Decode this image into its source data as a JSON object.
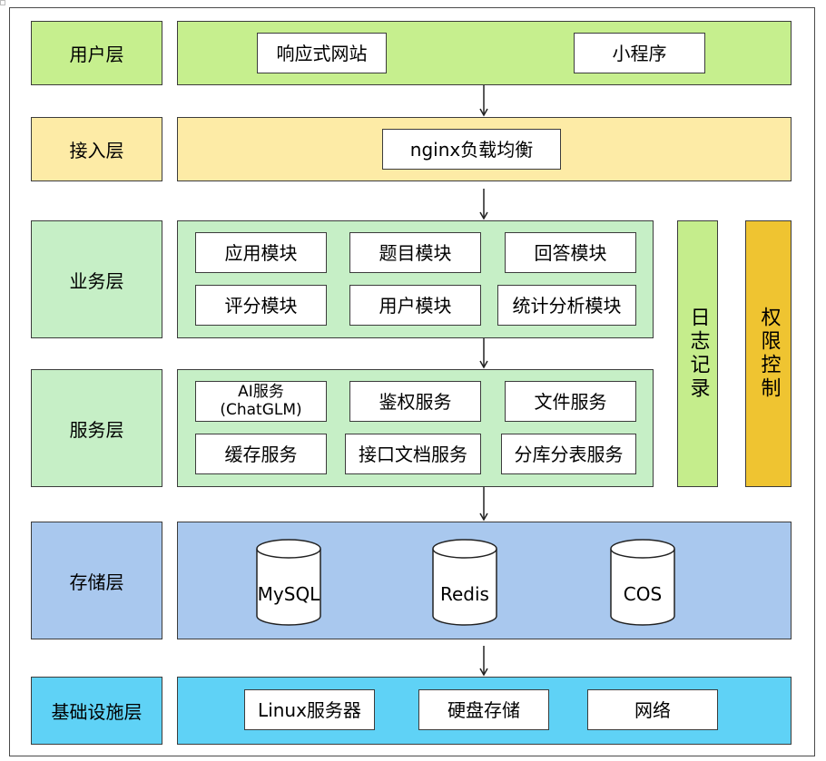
{
  "layers": {
    "user": {
      "label": "用户层",
      "items": [
        "响应式网站",
        "小程序"
      ]
    },
    "access": {
      "label": "接入层",
      "items": [
        "nginx负载均衡"
      ]
    },
    "business": {
      "label": "业务层",
      "items": [
        "应用模块",
        "题目模块",
        "回答模块",
        "评分模块",
        "用户模块",
        "统计分析模块"
      ]
    },
    "service": {
      "label": "服务层",
      "items": [
        "AI服务",
        "(ChatGLM)",
        "鉴权服务",
        "文件服务",
        "缓存服务",
        "接口文档服务",
        "分库分表服务"
      ]
    },
    "storage": {
      "label": "存储层",
      "items": [
        "MySQL",
        "Redis",
        "COS"
      ]
    },
    "infra": {
      "label": "基础设施层",
      "items": [
        "Linux服务器",
        "硬盘存储",
        "网络"
      ]
    }
  },
  "side": {
    "log": "日志记录",
    "auth": "权限控制"
  },
  "colors": {
    "user": "#c6ef8e",
    "access": "#fdeba6",
    "business": "#c6efc6",
    "storage": "#a9c8ee",
    "infra": "#5fd2f6",
    "log": "#c5ed8c",
    "auth": "#efc431"
  }
}
